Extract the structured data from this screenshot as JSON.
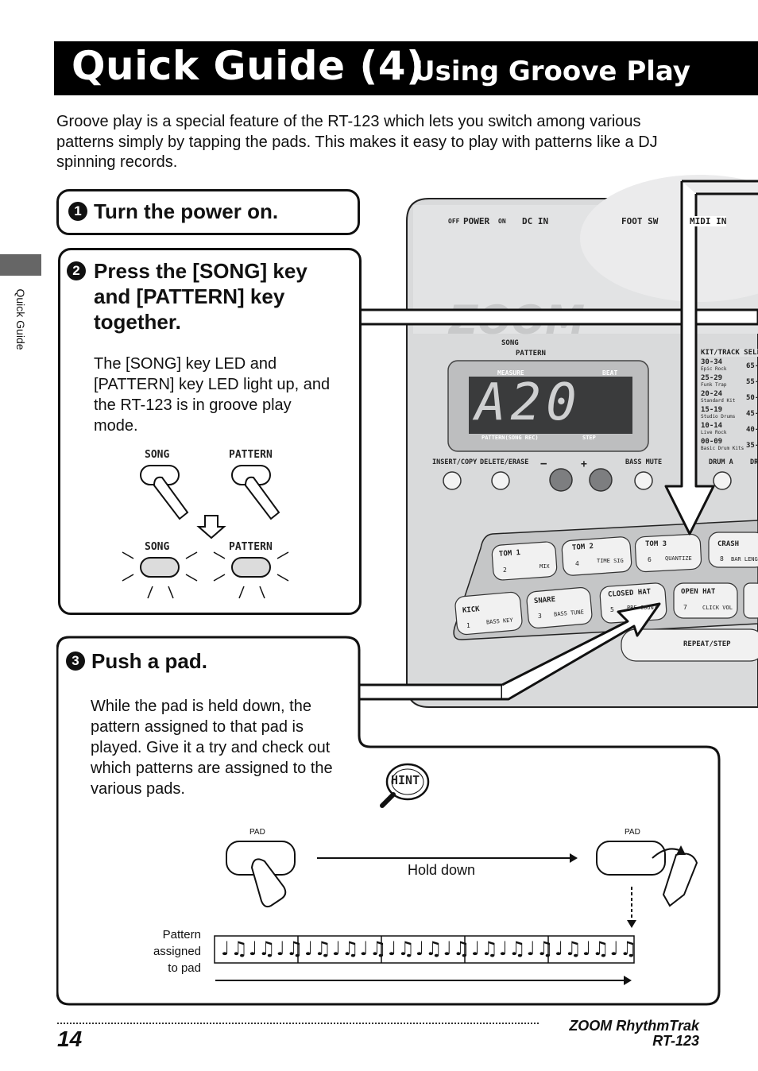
{
  "header": {
    "title_main": "Quick Guide (4)",
    "title_sub": "Using Groove Play"
  },
  "intro": "Groove play is a special feature of the RT-123 which lets you switch among various patterns simply by tapping the pads. This makes it easy to play with patterns like a DJ spinning records.",
  "sidebar": {
    "label": "Quick Guide"
  },
  "steps": [
    {
      "num": "1",
      "heading": "Turn the power on."
    },
    {
      "num": "2",
      "heading": "Press the [SONG] key and [PATTERN] key together.",
      "body": "The [SONG] key LED and [PATTERN] key LED light up, and the RT-123 is in groove play mode."
    },
    {
      "num": "3",
      "heading": "Push a pad.",
      "body": "While the pad is held down, the pattern assigned to that pad is played. Give it a try and check out which patterns are assigned to the various pads."
    }
  ],
  "keys": {
    "song": "SONG",
    "pattern": "PATTERN"
  },
  "hint": "HINT",
  "diagram": {
    "pad_left": "PAD",
    "pad_right": "PAD",
    "hold_down": "Hold down",
    "pattern_label_1": "Pattern",
    "pattern_label_2": "assigned",
    "pattern_label_3": "to pad",
    "notes": "♩♫♩♫♩♫"
  },
  "device": {
    "off": "OFF",
    "power": "POWER",
    "on": "ON",
    "dc_in": "DC IN",
    "foot_sw": "FOOT SW",
    "midi_in": "MIDI IN",
    "song": "SONG",
    "pattern": "PATTERN",
    "measure": "MEASURE",
    "beat": "BEAT",
    "display": "A20",
    "pattern_song_rec": "PATTERN(SONG REC)",
    "step": "STEP",
    "kit_track_select": "KIT/TRACK SELE",
    "kits": [
      {
        "n": "30-34",
        "name": "Epic Rock"
      },
      {
        "n": "25-29",
        "name": "Funk Trap"
      },
      {
        "n": "20-24",
        "name": "Standard Kit"
      },
      {
        "n": "15-19",
        "name": "Studio Drums"
      },
      {
        "n": "10-14",
        "name": "Live Rock"
      },
      {
        "n": "00-09",
        "name": "Basic Drum Kits"
      }
    ],
    "kits2": [
      "65-",
      "55-",
      "50-",
      "45-",
      "40-",
      "35-"
    ],
    "buttons": [
      "INSERT/COPY",
      "DELETE/ERASE",
      "−",
      "+",
      "BASS MUTE",
      "DRUM A",
      "DR"
    ],
    "pads_top": [
      {
        "name": "TOM 1",
        "num": "2",
        "func": "MIX"
      },
      {
        "name": "TOM 2",
        "num": "4",
        "func": "TIME SIG"
      },
      {
        "name": "TOM 3",
        "num": "6",
        "func": "QUANTIZE"
      },
      {
        "name": "CRASH",
        "num": "8",
        "func": "BAR LENG"
      }
    ],
    "pads_bottom": [
      {
        "name": "KICK",
        "num": "1",
        "func": "BASS KEY"
      },
      {
        "name": "SNARE",
        "num": "3",
        "func": "BASS TUNE"
      },
      {
        "name": "CLOSED HAT",
        "num": "5",
        "func": "PRE COUNT"
      },
      {
        "name": "OPEN HAT",
        "num": "7",
        "func": "CLICK VOL"
      }
    ],
    "repeat_step": "REPEAT/STEP"
  },
  "footer": {
    "page": "14",
    "brand_line1": "ZOOM RhythmTrak",
    "brand_line2": "RT-123"
  }
}
